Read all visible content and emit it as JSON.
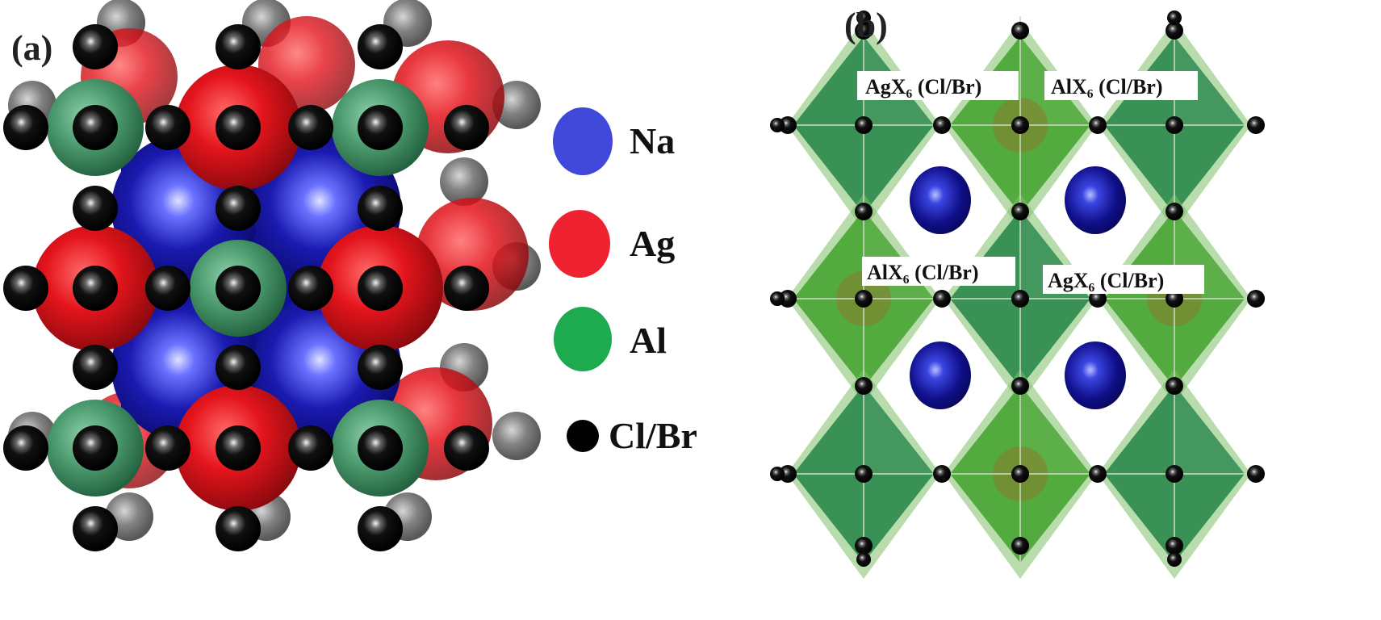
{
  "panels": {
    "a": {
      "label": "(a)"
    },
    "b": {
      "label": "(b)"
    }
  },
  "legend": [
    {
      "name": "Na",
      "color": "#3f48d8"
    },
    {
      "name": "Ag",
      "color": "#ee2230"
    },
    {
      "name": "Al",
      "color": "#1eaa4e"
    },
    {
      "name": "Cl/Br",
      "color": "#000000"
    }
  ],
  "octahedra_labels": {
    "top_left": "AgX₆ (Cl/Br)",
    "top_right": "AlX₆ (Cl/Br)",
    "mid_left": "AlX₆ (Cl/Br)",
    "mid_right": "AgX₆ (Cl/Br)"
  },
  "colors": {
    "na": "#1a1a9e",
    "ag": "#e0141c",
    "al": "#4f9e72",
    "x": "#050505",
    "oct_ag": "#2e8a4e",
    "oct_al": "#4aa635"
  }
}
